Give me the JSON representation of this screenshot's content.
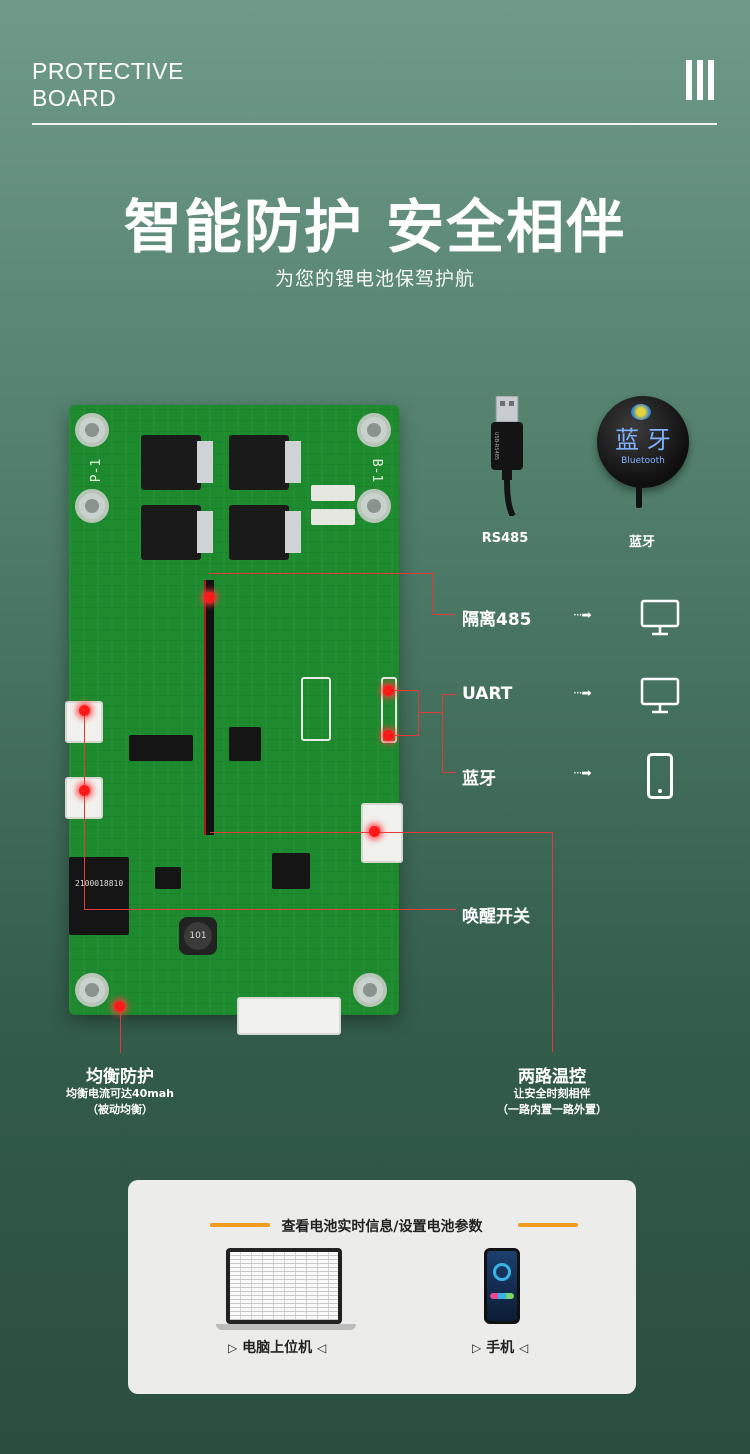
{
  "header": {
    "title_line1": "PROTECTIVE",
    "title_line2": "BOARD",
    "mark": "III"
  },
  "headline": "智能防护 安全相伴",
  "subheadline": "为您的锂电池保驾护航",
  "devices": {
    "rs485": {
      "label": "RS485",
      "icon": "usb-rs485-cable-icon",
      "cable_text": "USB-RS485"
    },
    "bluetooth": {
      "label": "蓝牙",
      "icon": "bluetooth-module-icon",
      "module_cn": "蓝 牙",
      "module_en": "Bluetooth"
    }
  },
  "interfaces": [
    {
      "label": "隔离485",
      "target_icon": "monitor-icon"
    },
    {
      "label": "UART",
      "target_icon": "monitor-icon"
    },
    {
      "label": "蓝牙",
      "target_icon": "smartphone-icon"
    }
  ],
  "arrow_text": "···➡",
  "callouts": {
    "wake_switch": "唤醒开关",
    "balance": {
      "title": "均衡防护",
      "line1": "均衡电流可达40mah",
      "line2": "（被动均衡）"
    },
    "temp_control": {
      "title": "两路温控",
      "line1": "让安全时刻相伴",
      "line2": "（一路内置一路外置）"
    }
  },
  "pcb": {
    "silk_p1": "P-1",
    "silk_b1": "B-1",
    "inductor": "101",
    "chip_label": "2100018810"
  },
  "card": {
    "title": "查看电池实时信息/设置电池参数",
    "pc_label": "电脑上位机",
    "phone_label": "手机",
    "accent_color": "#f29c1f"
  }
}
